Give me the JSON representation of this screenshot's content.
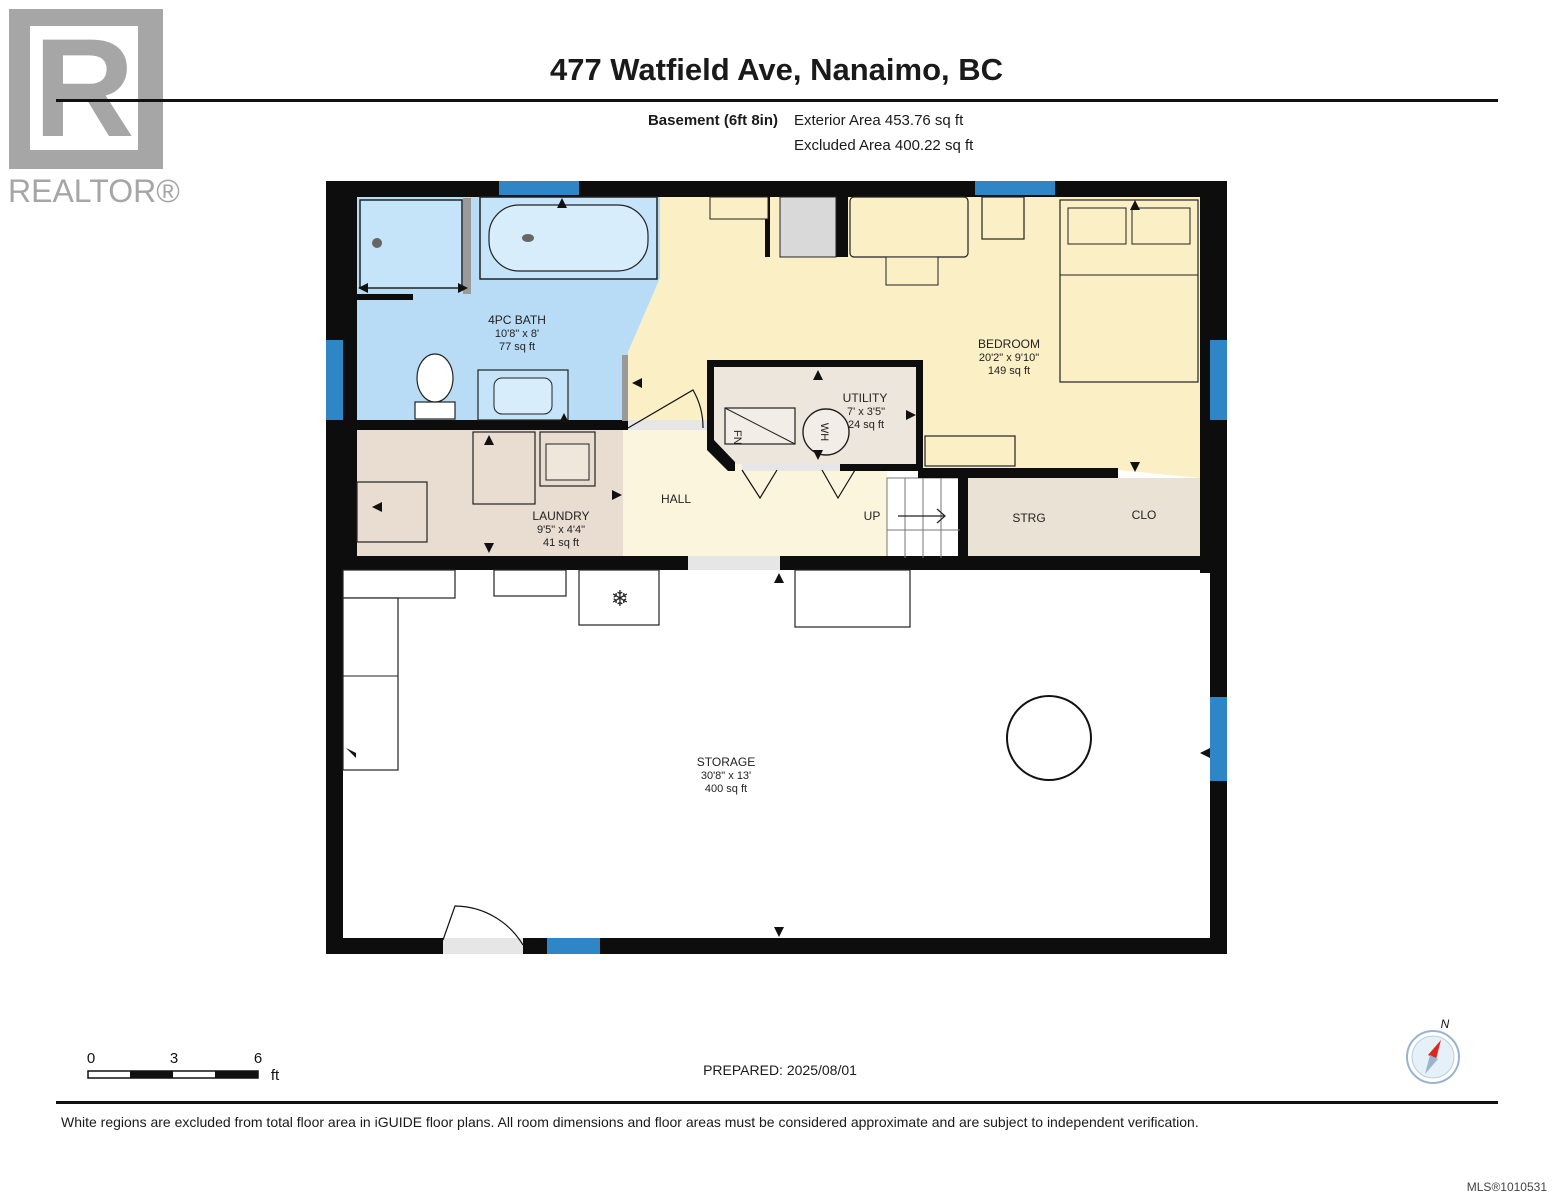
{
  "header": {
    "logo_text": "REALTOR®",
    "logo_letter": "R",
    "address": "477 Watfield Ave, Nanaimo, BC",
    "level": "Basement (6ft 8in)",
    "exterior_area": "Exterior Area 453.76 sq ft",
    "excluded_area": "Excluded Area 400.22 sq ft"
  },
  "rooms": {
    "bath": {
      "name": "4PC BATH",
      "dims": "10'8\" x 8'",
      "area": "77 sq ft"
    },
    "bedroom": {
      "name": "BEDROOM",
      "dims": "20'2\" x 9'10\"",
      "area": "149 sq ft"
    },
    "utility": {
      "name": "UTILITY",
      "dims": "7' x 3'5\"",
      "area": "24 sq ft"
    },
    "laundry": {
      "name": "LAUNDRY",
      "dims": "9'5\" x 4'4\"",
      "area": "41 sq ft"
    },
    "hall": {
      "name": "HALL"
    },
    "up": {
      "name": "UP"
    },
    "strg": {
      "name": "STRG"
    },
    "clo": {
      "name": "CLO"
    },
    "storage": {
      "name": "STORAGE",
      "dims": "30'8\" x 13'",
      "area": "400 sq ft"
    },
    "fixtures": {
      "furnace": "FN",
      "water_heater": "WH"
    }
  },
  "scale": {
    "ticks": [
      "0",
      "3",
      "6"
    ],
    "unit": "ft"
  },
  "compass": {
    "label": "N"
  },
  "footer": {
    "prepared": "PREPARED: 2025/08/01",
    "disclaimer": "White regions are excluded from total floor area in iGUIDE floor plans. All room dimensions and floor areas must be considered approximate and are subject to independent verification.",
    "mls": "MLS®1010531"
  },
  "colors": {
    "bath": "#b9dcf6",
    "bedroom": "#fbefc6",
    "utility": "#ede6dc",
    "laundry": "#e8ddd0",
    "hall": "#fcf5dd",
    "strg": "#ebe2d6",
    "window": "#2f86c6",
    "wall": "#0d0d0d"
  }
}
